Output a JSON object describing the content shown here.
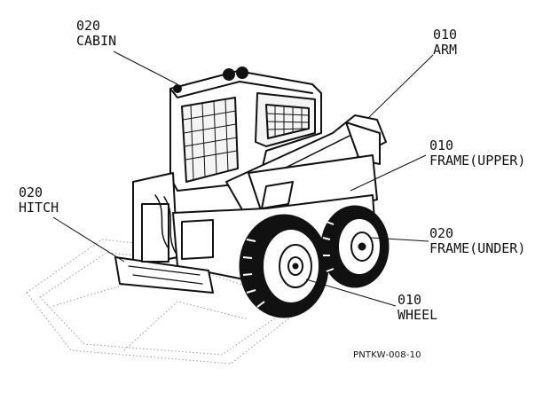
{
  "callouts": {
    "cabin": {
      "code": "020",
      "name": "CABIN"
    },
    "arm": {
      "code": "010",
      "name": "ARM"
    },
    "frame_upper": {
      "code": "010",
      "name": "FRAME(UPPER)"
    },
    "hitch": {
      "code": "020",
      "name": "HITCH"
    },
    "frame_under": {
      "code": "020",
      "name": "FRAME(UNDER)"
    },
    "wheel": {
      "code": "010",
      "name": "WHEEL"
    }
  },
  "figure_code": "PNTKW-008-10",
  "colors": {
    "ink": "#111111",
    "ground": "#9a9a9a",
    "glass": "#f4f4f4"
  }
}
